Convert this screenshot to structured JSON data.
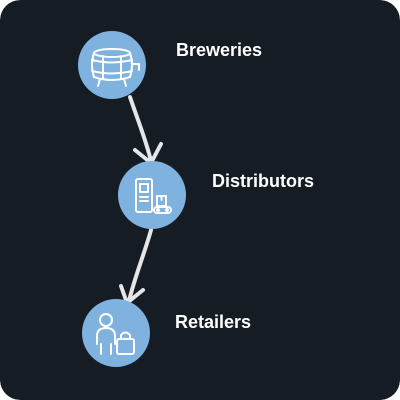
{
  "colors": {
    "background": "#161c24",
    "node_fill": "#7fb2df",
    "icon_stroke": "#ffffff",
    "arrow": "#e4e6e9",
    "text": "#ffffff"
  },
  "nodes": [
    {
      "label": "Breweries",
      "icon": "brewery-barrel-icon"
    },
    {
      "label": "Distributors",
      "icon": "distribution-machine-conveyor-icon"
    },
    {
      "label": "Retailers",
      "icon": "shopper-with-bag-icon"
    }
  ],
  "edges": [
    {
      "from": "Breweries",
      "to": "Distributors"
    },
    {
      "from": "Distributors",
      "to": "Retailers"
    }
  ]
}
